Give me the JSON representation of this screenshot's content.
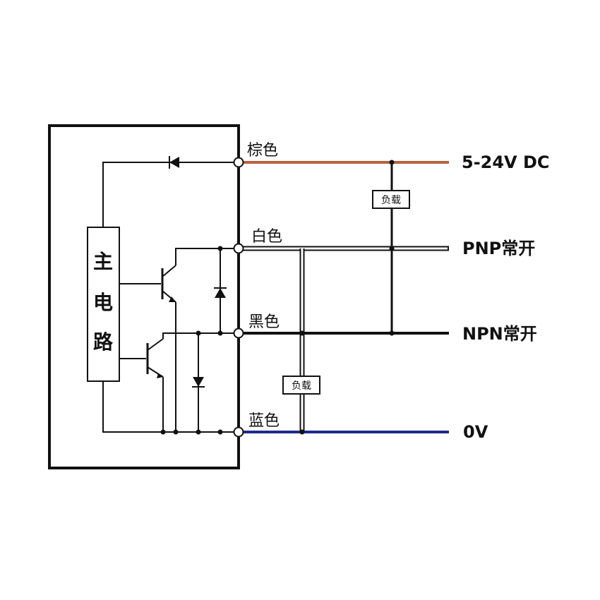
{
  "circuit": {
    "main_block_label": [
      "主",
      "电",
      "路"
    ],
    "wires": {
      "brown": {
        "label": "棕色",
        "color": "#b8633f"
      },
      "white": {
        "label": "白色",
        "color": "#ffffff"
      },
      "black": {
        "label": "黑色",
        "color": "#111111"
      },
      "blue": {
        "label": "蓝色",
        "color": "#1f2a8a"
      }
    },
    "outputs": {
      "supply": "5-24V DC",
      "pnp": "PNP常开",
      "npn": "NPN常开",
      "zero": "0V"
    },
    "loads": {
      "upper": "负载",
      "lower": "负载"
    }
  }
}
